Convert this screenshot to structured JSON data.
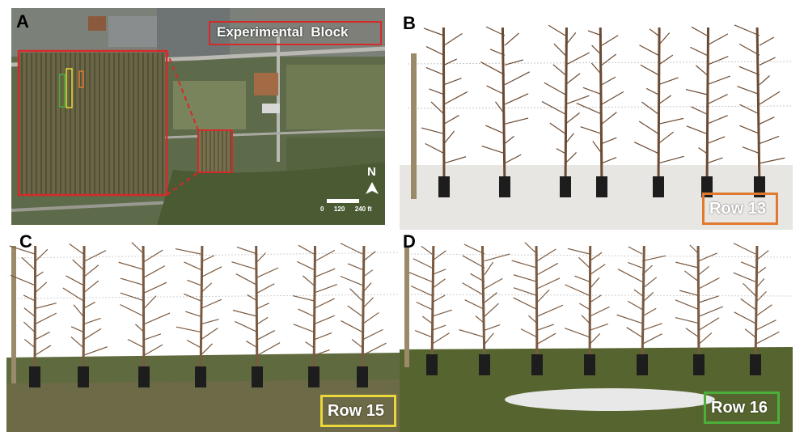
{
  "panels": {
    "A": {
      "label": "A",
      "block_title": "Experimental  Block",
      "north": "N",
      "scale": [
        "0",
        "120",
        "240 ft"
      ]
    },
    "B": {
      "label": "B",
      "row_label": "Row 13",
      "row_color": "#e07a30"
    },
    "C": {
      "label": "C",
      "row_label": "Row 15",
      "row_color": "#e8d83a"
    },
    "D": {
      "label": "D",
      "row_label": "Row 16",
      "row_color": "#4caf3a"
    }
  },
  "colors": {
    "highlight_red": "#d42a2a"
  }
}
